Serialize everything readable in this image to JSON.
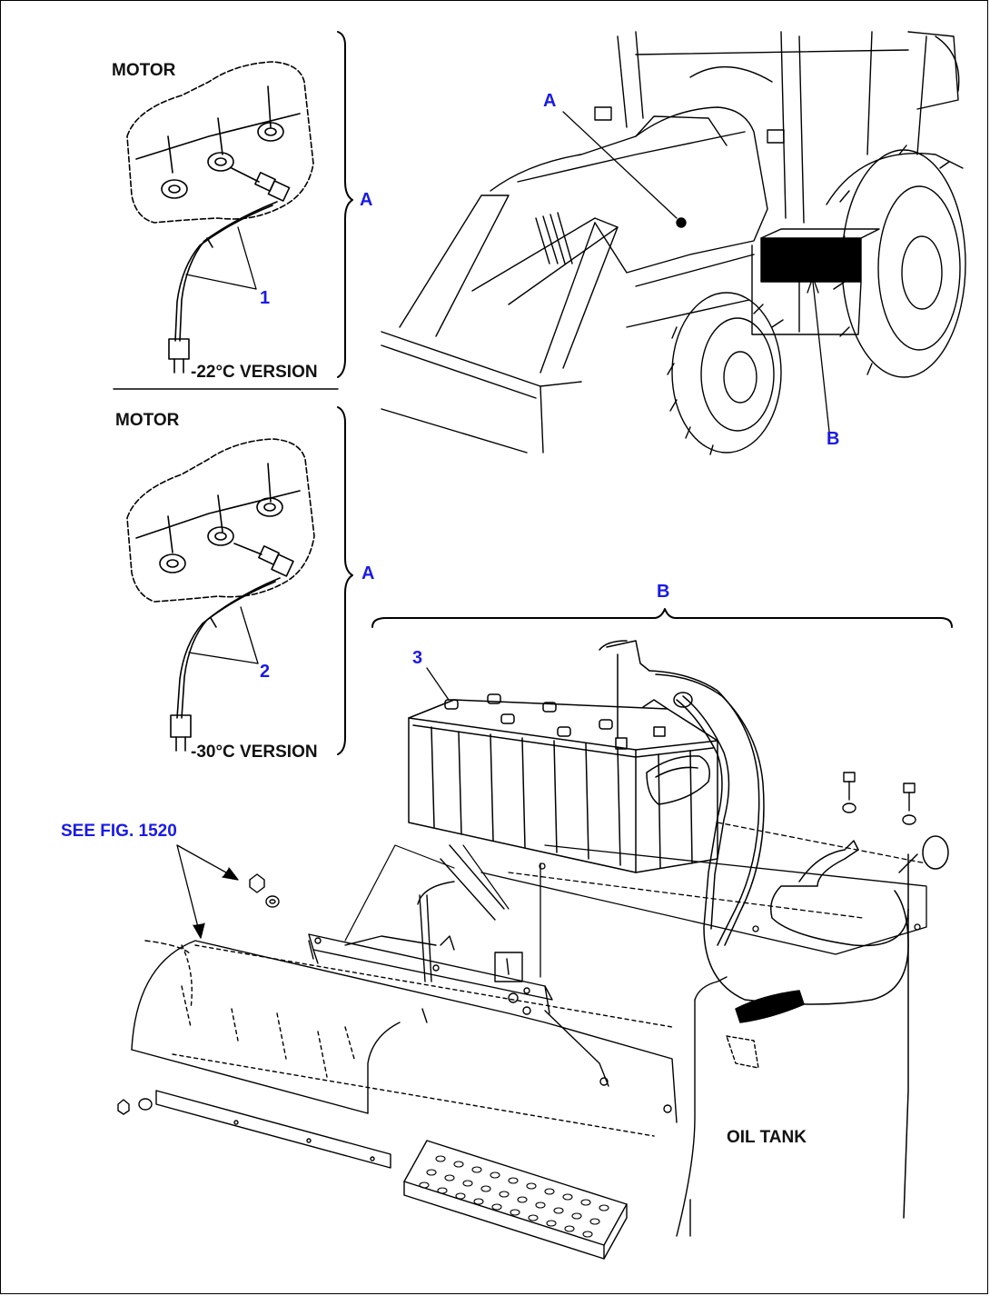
{
  "labels": {
    "motor_top": "MOTOR",
    "motor_bottom": "MOTOR",
    "version_22": "-22°C VERSION",
    "version_30": "-30°C VERSION",
    "oil_tank": "OIL TANK",
    "see_fig": "SEE FIG. 1520"
  },
  "callouts": {
    "a_top_brace": "A",
    "a_bottom_brace": "A",
    "a_machine": "A",
    "b_machine": "B",
    "b_brace": "B",
    "item_1": "1",
    "item_2": "2",
    "item_3": "3"
  },
  "colors": {
    "callout": "#1a1ae6",
    "line": "#000000",
    "text": "#111111"
  }
}
